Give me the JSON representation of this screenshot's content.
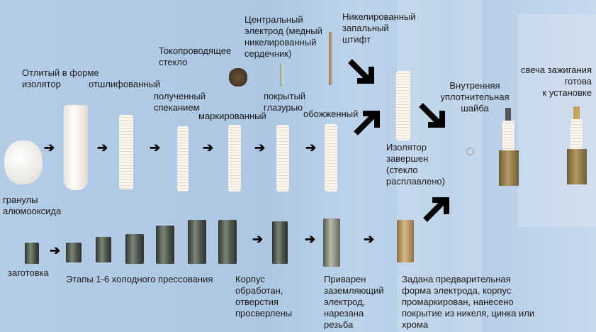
{
  "labels": {
    "granules": "гранулы\nалюмооксида",
    "cast_insulator": "Отлитый в форме\nизолятор",
    "ground": "отшлифованный",
    "sintered": "полученный\nспеканием",
    "conductive_glass": "Токопроводящее\nстекло",
    "marked": "маркированный",
    "center_electrode": "Центральный\nэлектрод (медный\nникелированный\nсердечник)",
    "glazed": "покрытый\nглазурью",
    "fired": "обожженный",
    "terminal_pin": "Никелированный\nзапальный\nштифт",
    "insulator_done": "Изолятор\nзавершен\n(стекло\nрасплавлено)",
    "inner_washer": "Внутренняя\nуплотнительная\nшайба",
    "plug_ready": "свеча зажигания\nготова\nк установке",
    "blank": "заготовка",
    "cold_forming": "Этапы 1-6 холодного прессования",
    "machined": "Корпус\nобработан,\nотверстия\nпросверлены",
    "welded": "Приварен\nзаземляющий\nэлектрод,\nнарезана\nрезьба",
    "finished_shell": "Задана предварительная\nформа электрода, корпус\nпромаркирован, нанесено\nпокрытие из никеля, цинка или\nхрома"
  },
  "arrow_glyph": "➔"
}
